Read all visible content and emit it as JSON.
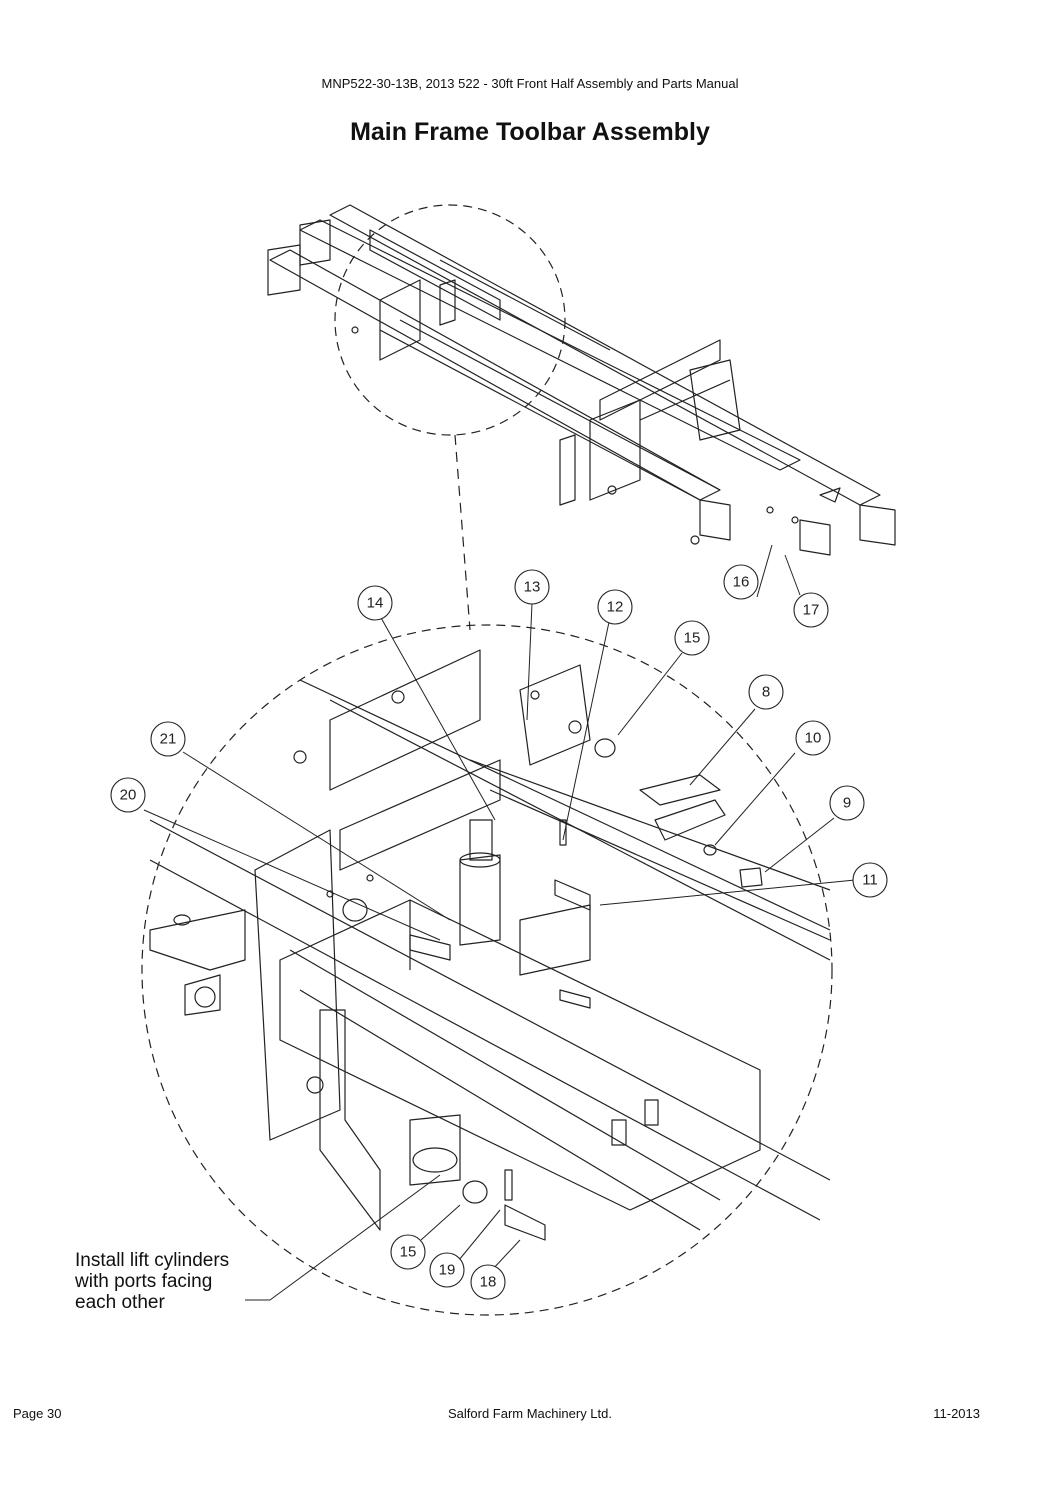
{
  "header": {
    "doc_title": "MNP522-30-13B, 2013 522 - 30ft Front Half Assembly and Parts Manual"
  },
  "page_title": "Main Frame Toolbar Assembly",
  "callouts": [
    "8",
    "9",
    "10",
    "11",
    "12",
    "13",
    "14",
    "15",
    "15",
    "16",
    "17",
    "18",
    "19",
    "20",
    "21"
  ],
  "note": "Install lift cylinders\nwith ports facing\neach other",
  "footer": {
    "page": "Page 30",
    "company": "Salford Farm Machinery Ltd.",
    "date": "11-2013"
  }
}
